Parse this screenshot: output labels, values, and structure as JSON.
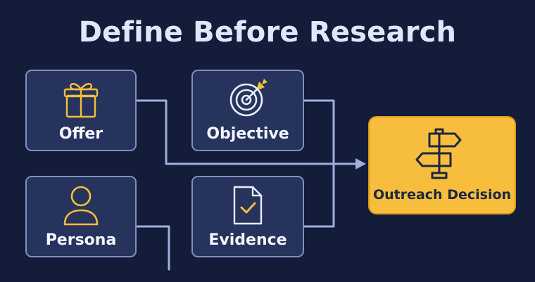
{
  "title": "Define Before Research",
  "colors": {
    "background": "#131c38",
    "node_fill": "#26335c",
    "node_border": "#7f8fbe",
    "connector": "#9fb0df",
    "accent": "#f6be3c",
    "icon_outline": "#e8eefc"
  },
  "nodes": {
    "offer": {
      "label": "Offer",
      "icon": "gift-icon"
    },
    "objective": {
      "label": "Objective",
      "icon": "target-icon"
    },
    "persona": {
      "label": "Persona",
      "icon": "person-icon"
    },
    "evidence": {
      "label": "Evidence",
      "icon": "document-check-icon"
    },
    "decision": {
      "label": "Outreach Decision",
      "icon": "signpost-icon"
    }
  }
}
